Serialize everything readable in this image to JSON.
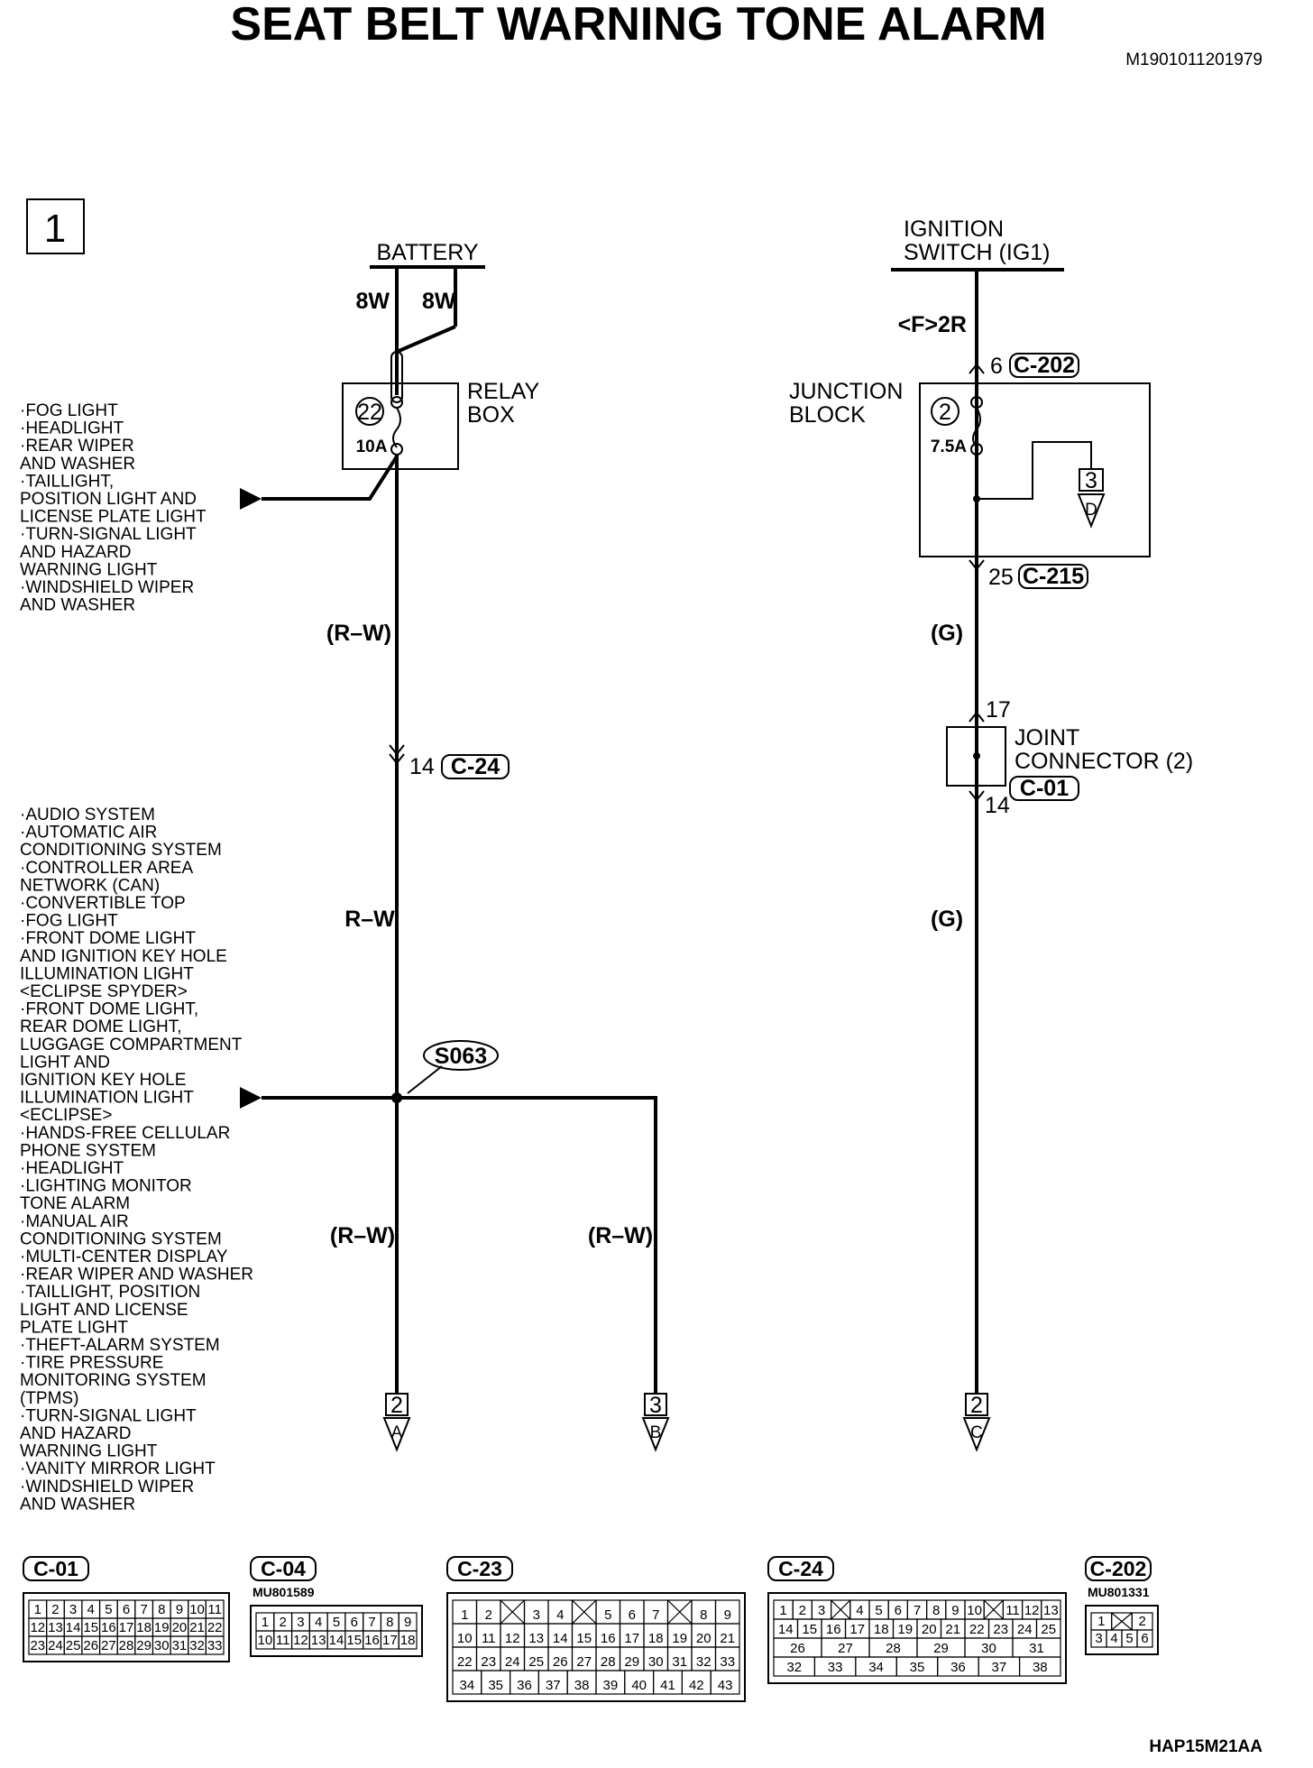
{
  "title": "SEAT BELT WARNING TONE ALARM",
  "doc_id": "M1901011201979",
  "figure_id": "HAP15M21AA",
  "sheet_number": "1",
  "battery": {
    "label": "BATTERY",
    "wire_left": "8W",
    "wire_right": "8W"
  },
  "relay_box": {
    "label_1": "RELAY",
    "label_2": "BOX",
    "fuse_number": "22",
    "fuse_rating": "10A"
  },
  "relay_box_outputs": [
    "·FOG LIGHT",
    "·HEADLIGHT",
    "·REAR WIPER",
    " AND WASHER",
    "·TAILLIGHT,",
    " POSITION LIGHT AND",
    " LICENSE PLATE LIGHT",
    "·TURN-SIGNAL LIGHT",
    " AND HAZARD",
    " WARNING LIGHT",
    "·WINDSHIELD WIPER",
    " AND WASHER"
  ],
  "left_wire": {
    "color_1": "(R–W)",
    "connector_pin": "14",
    "connector": "C-24",
    "color_2": "R–W",
    "splice": "S063",
    "color_3": "(R–W)",
    "color_4": "(R–W)"
  },
  "splice_outputs": [
    "·AUDIO SYSTEM",
    "·AUTOMATIC AIR",
    " CONDITIONING SYSTEM",
    "·CONTROLLER AREA",
    " NETWORK (CAN)",
    "·CONVERTIBLE TOP",
    "·FOG LIGHT",
    "·FRONT DOME LIGHT",
    " AND IGNITION KEY HOLE",
    " ILLUMINATION LIGHT",
    " <ECLIPSE SPYDER>",
    "·FRONT DOME LIGHT,",
    " REAR DOME LIGHT,",
    " LUGGAGE COMPARTMENT",
    " LIGHT AND",
    " IGNITION KEY HOLE",
    " ILLUMINATION LIGHT",
    " <ECLIPSE>",
    "·HANDS-FREE CELLULAR",
    " PHONE SYSTEM",
    "·HEADLIGHT",
    "·LIGHTING MONITOR",
    " TONE ALARM",
    "·MANUAL AIR",
    " CONDITIONING SYSTEM",
    "·MULTI-CENTER DISPLAY",
    "·REAR WIPER AND WASHER",
    "·TAILLIGHT, POSITION",
    " LIGHT AND LICENSE",
    " PLATE LIGHT",
    "·THEFT-ALARM SYSTEM",
    "·TIRE PRESSURE",
    " MONITORING SYSTEM",
    " (TPMS)",
    "·TURN-SIGNAL LIGHT",
    " AND HAZARD",
    " WARNING LIGHT",
    "·VANITY MIRROR LIGHT",
    "·WINDSHIELD WIPER",
    " AND WASHER"
  ],
  "ignition": {
    "label_1": "IGNITION",
    "label_2": "SWITCH (IG1)",
    "wire": "<F>2R"
  },
  "junction_block": {
    "label_1": "JUNCTION",
    "label_2": "BLOCK",
    "fuse_number": "2",
    "fuse_rating": "7.5A",
    "in_pin": "6",
    "in_connector": "C-202",
    "out_pin": "25",
    "out_connector": "C-215",
    "ref_number": "3",
    "ref_letter": "D"
  },
  "right_wire": {
    "color_1": "(G)",
    "color_2": "(G)"
  },
  "joint_connector": {
    "label_1": "JOINT",
    "label_2": "CONNECTOR (2)",
    "in_pin": "17",
    "out_pin": "14",
    "connector": "C-01"
  },
  "terminals": [
    {
      "number": "2",
      "letter": "A"
    },
    {
      "number": "3",
      "letter": "B"
    },
    {
      "number": "2",
      "letter": "C"
    }
  ],
  "connectors": [
    {
      "name": "C-01",
      "part": "",
      "rows": [
        [
          "1",
          "2",
          "3",
          "4",
          "5",
          "6",
          "7",
          "8",
          "9",
          "10",
          "11"
        ],
        [
          "12",
          "13",
          "14",
          "15",
          "16",
          "17",
          "18",
          "19",
          "20",
          "21",
          "22"
        ],
        [
          "23",
          "24",
          "25",
          "26",
          "27",
          "28",
          "29",
          "30",
          "31",
          "32",
          "33"
        ]
      ]
    },
    {
      "name": "C-04",
      "part": "MU801589",
      "rows": [
        [
          "1",
          "2",
          "3",
          "4",
          "5",
          "6",
          "7",
          "8",
          "9"
        ],
        [
          "10",
          "11",
          "12",
          "13",
          "14",
          "15",
          "16",
          "17",
          "18"
        ]
      ]
    },
    {
      "name": "C-23",
      "part": "",
      "rows": [
        [
          "1",
          "2",
          "",
          "3",
          "4",
          "",
          "5",
          "6",
          "7",
          "",
          "8",
          "9"
        ],
        [
          "10",
          "11",
          "12",
          "13",
          "14",
          "15",
          "16",
          "17",
          "18",
          "19",
          "20",
          "21"
        ],
        [
          "22",
          "23",
          "24",
          "25",
          "26",
          "27",
          "28",
          "29",
          "30",
          "31",
          "32",
          "33"
        ],
        [
          "34",
          "35",
          "36",
          "37",
          "38",
          "39",
          "40",
          "41",
          "42",
          "43"
        ]
      ]
    },
    {
      "name": "C-24",
      "part": "",
      "rows": [
        [
          "1",
          "2",
          "3",
          "",
          "4",
          "5",
          "6",
          "7",
          "8",
          "9",
          "10",
          "",
          "11",
          "12",
          "13"
        ],
        [
          "14",
          "15",
          "16",
          "17",
          "18",
          "19",
          "20",
          "21",
          "22",
          "23",
          "24",
          "25"
        ],
        [
          "26",
          "27",
          "28",
          "29",
          "30",
          "31"
        ],
        [
          "32",
          "33",
          "34",
          "35",
          "36",
          "37",
          "38"
        ]
      ]
    },
    {
      "name": "C-202",
      "part": "MU801331",
      "rows": [
        [
          "1",
          "",
          "2"
        ],
        [
          "3",
          "4",
          "5",
          "6"
        ]
      ]
    }
  ]
}
